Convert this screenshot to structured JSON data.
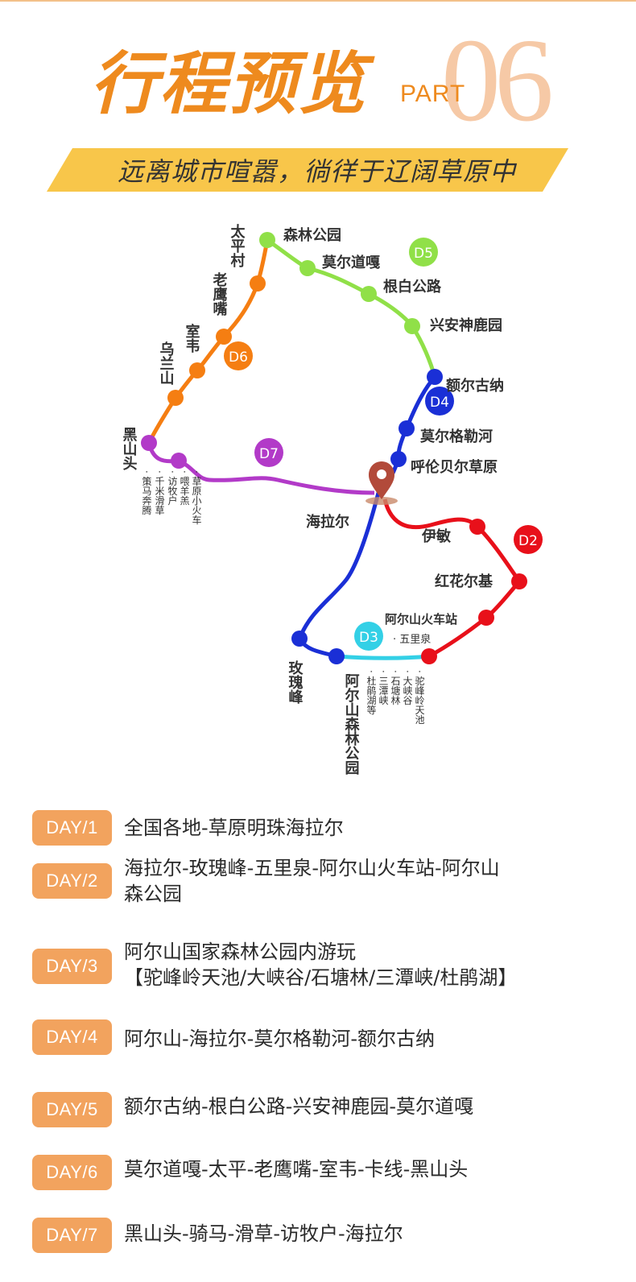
{
  "header": {
    "title": "行程预览",
    "part_label": "PART",
    "part_number": "06",
    "banner": "远离城市喧嚣，徜徉于辽阔草原中"
  },
  "map": {
    "colors": {
      "d2": "#e8101a",
      "d3": "#33d0e6",
      "d4": "#1a2fd6",
      "d5": "#90e048",
      "d6": "#f57e12",
      "d7": "#b23ac8"
    },
    "day_markers": [
      "D2",
      "D3",
      "D4",
      "D5",
      "D6",
      "D7"
    ],
    "labels": {
      "senlin_gongyuan": "森林公园",
      "moerdaoga": "莫尔道嘎",
      "genbai_gonglu": "根白公路",
      "xingan_shenluyuan": "兴安神鹿园",
      "eerguna": "额尔古纳",
      "moergele_he": "莫尔格勒河",
      "hulunbeier": "呼伦贝尔草原",
      "hailaer": "海拉尔",
      "yimin": "伊敏",
      "honghuaerji": "红花尔基",
      "aershan_station": "阿尔山火车站",
      "wulinquan": "· 五里泉",
      "meiguifeng": "玫瑰峰",
      "aershan_senlin": "阿尔山森林公园",
      "taiping_cun": "太平村",
      "laoyingzui": "老鹰嘴",
      "shiwei": "室韦",
      "wulanshan": "乌兰山",
      "heishantou": "黑山头"
    },
    "d7_stops": [
      "· 策马奔腾",
      "· 千米滑草",
      "· 访牧户",
      "· 喂羊羔",
      "· 草原小火车"
    ],
    "d3_stops": [
      "· 杜鹃湖等",
      "· 三潭峡",
      "· 石塘林",
      "· 大峡谷",
      "· 驼峰岭天池"
    ]
  },
  "itinerary": [
    {
      "day": "DAY/1",
      "lines": [
        "全国各地-草原明珠海拉尔"
      ]
    },
    {
      "day": "DAY/2",
      "lines": [
        "海拉尔-玫瑰峰-五里泉-阿尔山火车站-阿尔山",
        "森公园"
      ]
    },
    {
      "day": "DAY/3",
      "lines": [
        "阿尔山国家森林公园内游玩",
        "【驼峰岭天池/大峡谷/石塘林/三潭峡/杜鹃湖】"
      ]
    },
    {
      "day": "DAY/4",
      "lines": [
        "阿尔山-海拉尔-莫尔格勒河-额尔古纳"
      ]
    },
    {
      "day": "DAY/5",
      "lines": [
        "额尔古纳-根白公路-兴安神鹿园-莫尔道嘎"
      ]
    },
    {
      "day": "DAY/6",
      "lines": [
        "莫尔道嘎-太平-老鹰嘴-室韦-卡线-黑山头"
      ]
    },
    {
      "day": "DAY/7",
      "lines": [
        "黑山头-骑马-滑草-访牧户-海拉尔"
      ]
    }
  ]
}
